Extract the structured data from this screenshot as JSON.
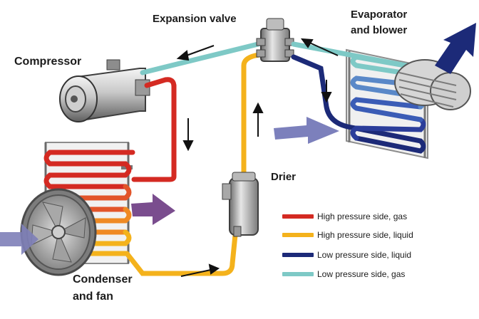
{
  "components": {
    "expansion_valve": "Expansion valve",
    "evaporator_line1": "Evaporator",
    "evaporator_line2": "and blower",
    "compressor": "Compressor",
    "drier": "Drier",
    "condenser_line1": "Condenser",
    "condenser_line2": "and fan"
  },
  "legend": [
    {
      "label": "High pressure side, gas",
      "color": "#d42a22"
    },
    {
      "label": "High pressure side, liquid",
      "color": "#f4b21c"
    },
    {
      "label": "Low pressure side, liquid",
      "color": "#1c2a78"
    },
    {
      "label": "Low pressure side, gas",
      "color": "#7ec9c6"
    }
  ]
}
